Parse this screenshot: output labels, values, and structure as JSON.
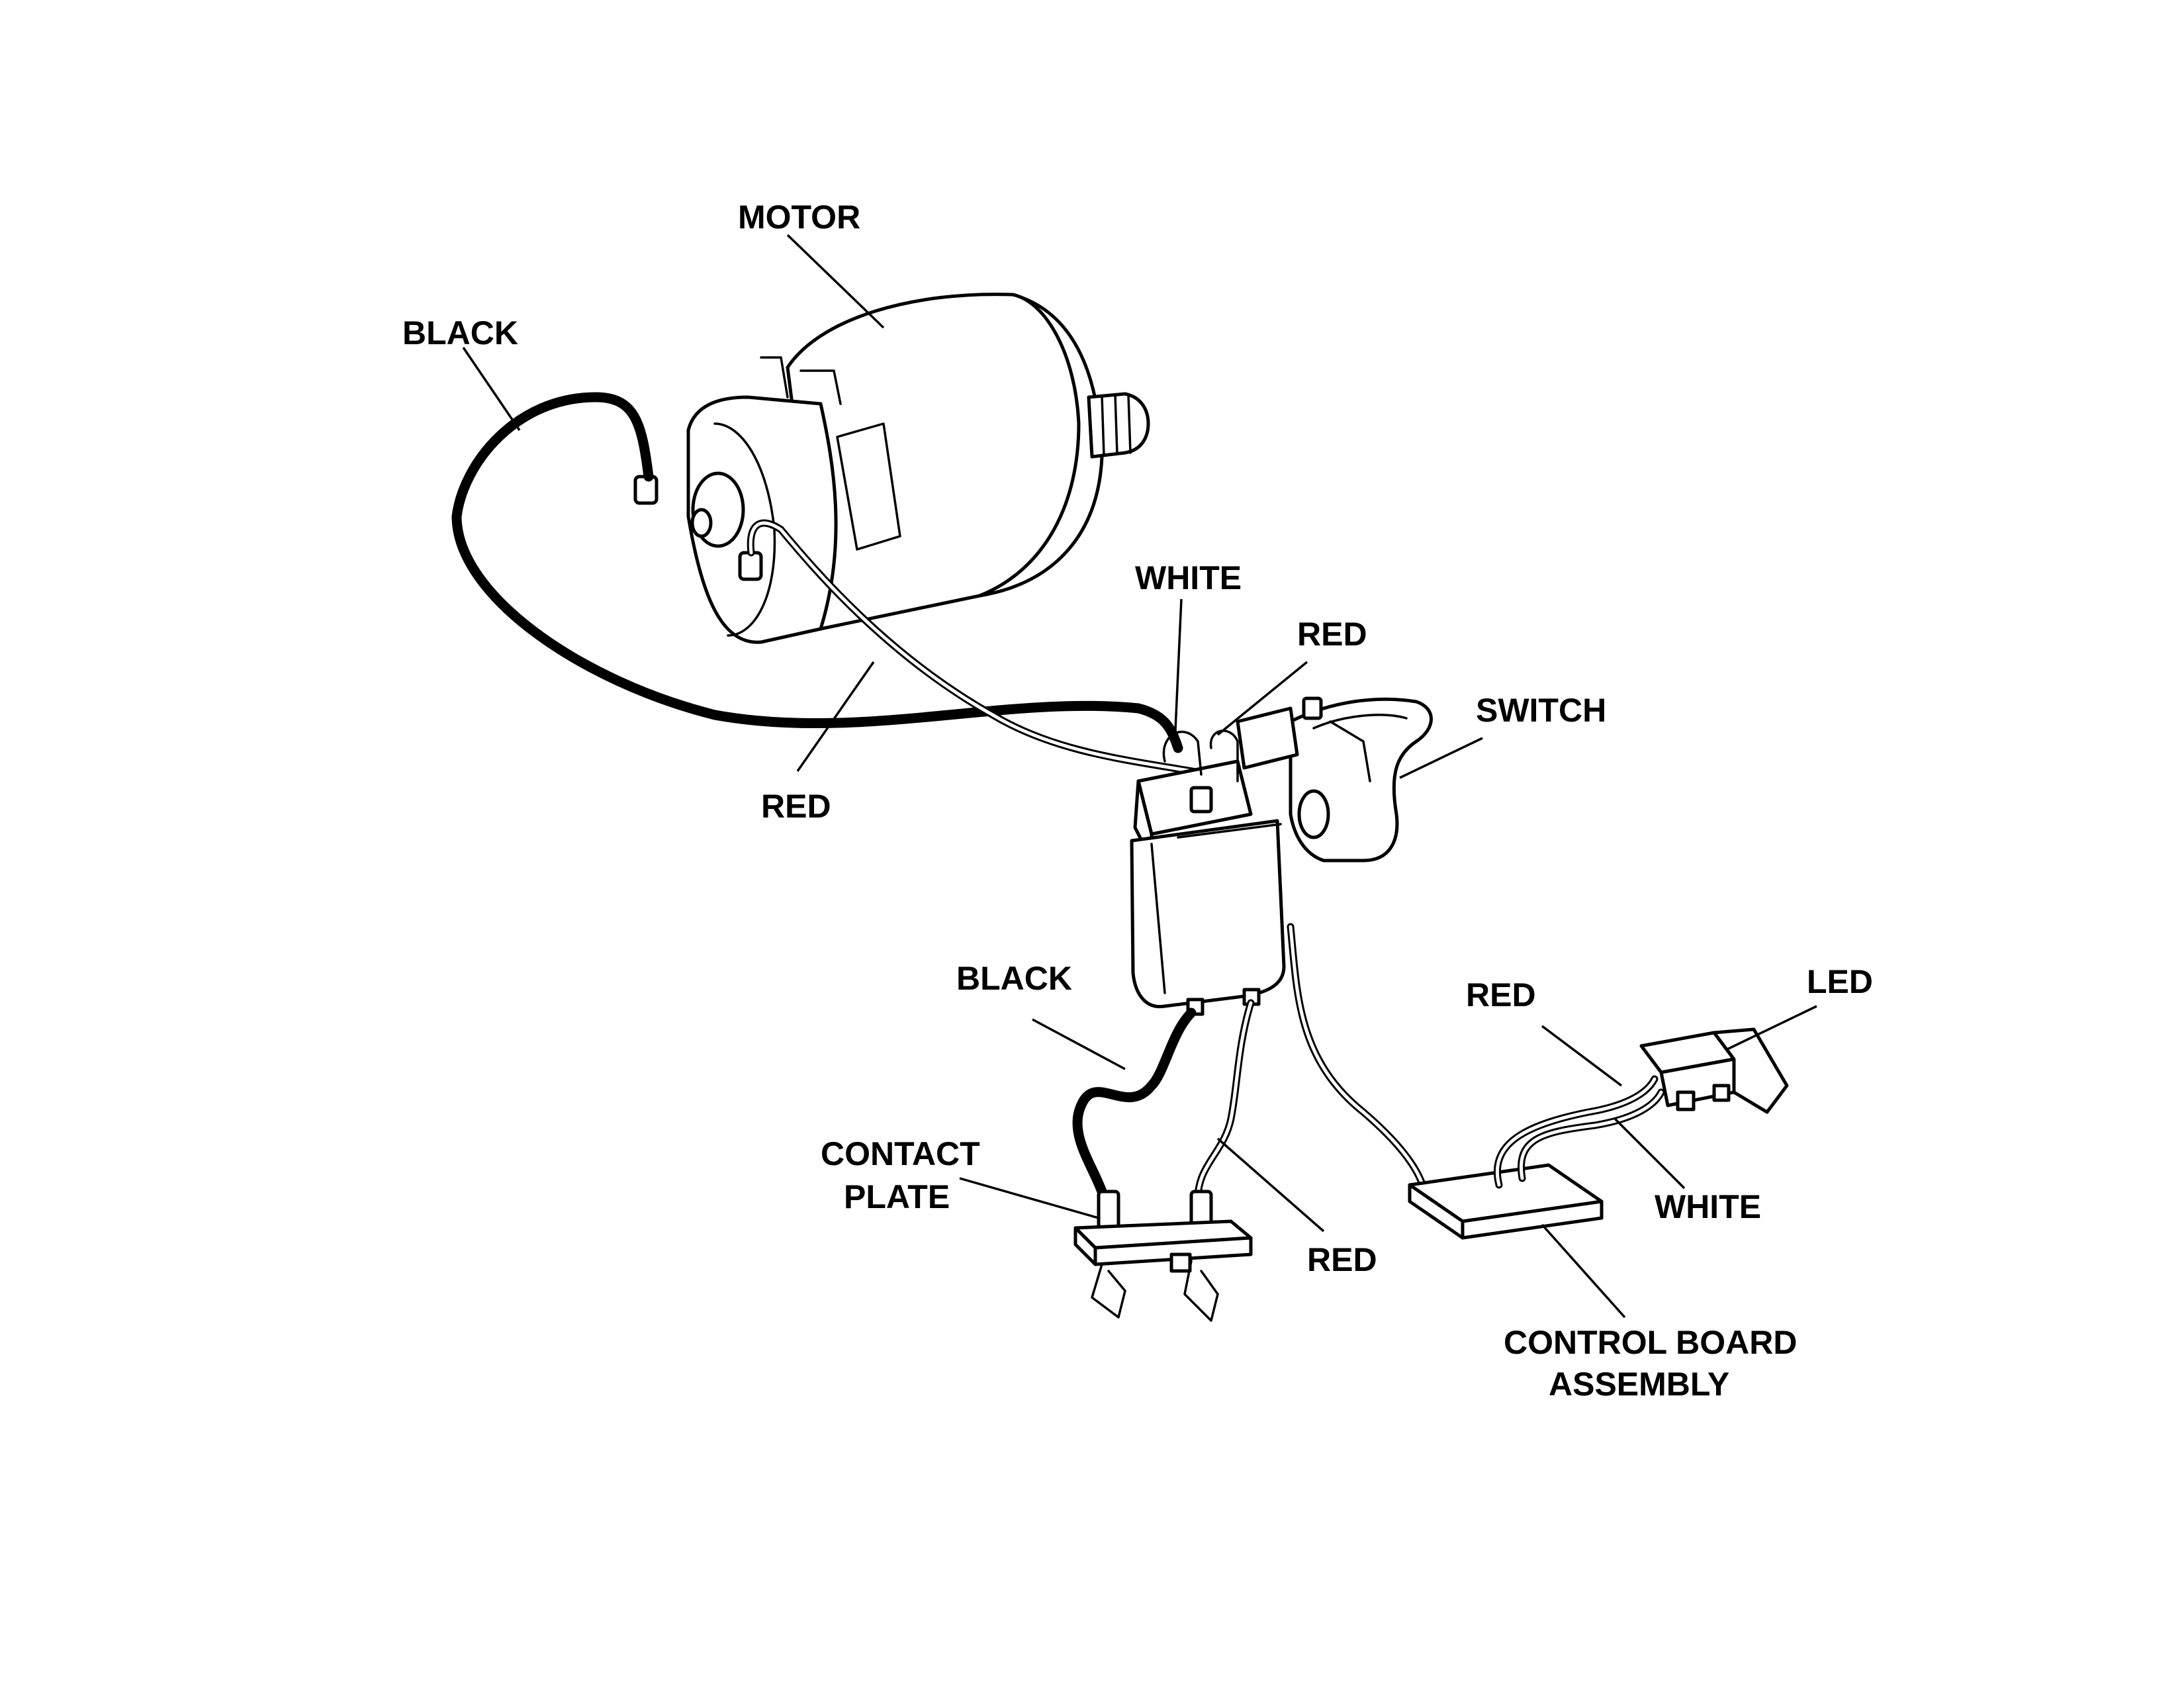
{
  "diagram": {
    "labels": {
      "motor": "MOTOR",
      "black_top": "BLACK",
      "white_top": "WHITE",
      "red_switch": "RED",
      "switch": "SWITCH",
      "red_motor": "RED",
      "black_bottom": "BLACK",
      "contact_plate_1": "CONTACT",
      "contact_plate_2": "PLATE",
      "red_bottom": "RED",
      "red_led": "RED",
      "led": "LED",
      "white_led": "WHITE",
      "control_board_1": "CONTROL BOARD",
      "control_board_2": "ASSEMBLY"
    }
  }
}
